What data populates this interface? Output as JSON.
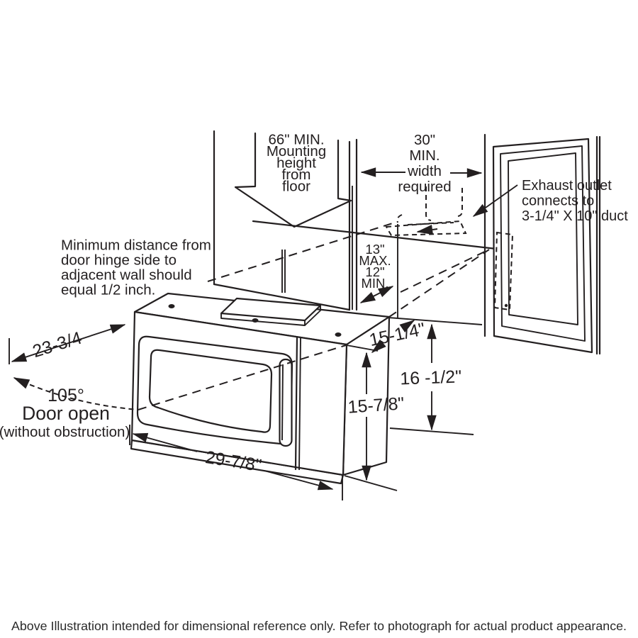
{
  "page": {
    "background": "#ffffff",
    "line_color": "#231f20"
  },
  "annotations": {
    "mounting_height": {
      "lines": [
        "66\" MIN.",
        "Mounting",
        "height",
        "from",
        "floor"
      ]
    },
    "width_required": {
      "lines": [
        "30\"",
        "MIN.",
        "width",
        "required"
      ]
    },
    "exhaust_outlet": {
      "lines": [
        "Exhaust outlet",
        "connects to",
        "3-1/4\" X 10\" duct"
      ]
    },
    "hinge_clearance": {
      "lines": [
        "Minimum distance from",
        "door hinge side to",
        "adjacent wall should",
        "equal 1/2 inch."
      ]
    },
    "duct_height_range": {
      "lines": [
        "13\"",
        "MAX.",
        "12\"",
        "MIN."
      ]
    }
  },
  "dimensions": {
    "door_depth_open": "23-3/4",
    "door_angle": "105°",
    "door_open_label": "Door open",
    "door_open_note": "(without obstruction)",
    "cabinet_width": "29-7/8\"",
    "front_height": "15-7/8\"",
    "rear_height": "16 -1/2\"",
    "top_rear_depth": "15-1/4\""
  },
  "footer": {
    "note": "Above Illustration intended for dimensional reference only. Refer to photograph for actual product appearance."
  }
}
